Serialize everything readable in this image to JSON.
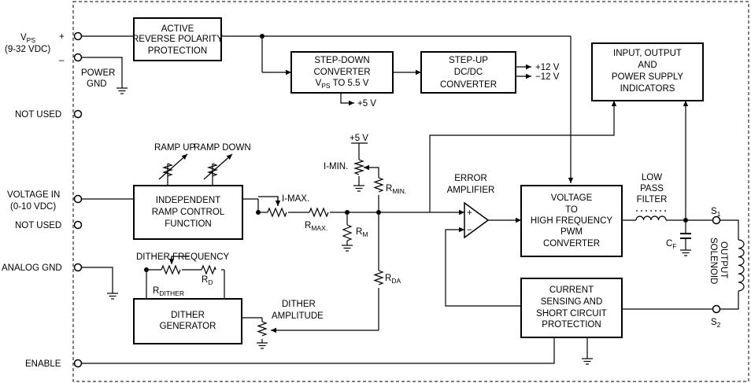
{
  "terminals": {
    "vps_main": "V",
    "vps_sub": "PS",
    "vps_range": "(9-32 VDC)",
    "plus": "+",
    "minus": "_",
    "power_gnd_1": "POWER",
    "power_gnd_2": "GND",
    "not_used_1": "NOT USED",
    "voltage_in_1": "VOLTAGE IN",
    "voltage_in_2": "(0-10 VDC)",
    "not_used_2": "NOT USED",
    "analog_gnd": "ANALOG GND",
    "enable": "ENABLE",
    "s1_main": "S",
    "s1_sub": "1",
    "s2_main": "S",
    "s2_sub": "2",
    "solenoid_1": "SOLENOID",
    "solenoid_2": "OUTPUT"
  },
  "blocks": {
    "reverse_polarity": [
      "ACTIVE",
      "REVERSE POLARITY",
      "PROTECTION"
    ],
    "step_down": {
      "line1": "STEP-DOWN",
      "line2": "CONVERTER",
      "line3_main": "V",
      "line3_sub": "PS",
      "line3_rest": " TO 5.5 V",
      "out": "+5 V"
    },
    "step_up": {
      "lines": [
        "STEP-UP",
        "DC/DC",
        "CONVERTER"
      ],
      "out1": "+12 V",
      "out2": "−12 V"
    },
    "indicators": [
      "INPUT, OUTPUT",
      "AND",
      "POWER SUPPLY",
      "INDICATORS"
    ],
    "ramp_control": [
      "INDEPENDENT",
      "RAMP CONTROL",
      "FUNCTION"
    ],
    "dither_gen": [
      "DITHER",
      "GENERATOR"
    ],
    "pwm": [
      "VOLTAGE",
      "TO",
      "HIGH FREQUENCY",
      "PWM",
      "CONVERTER"
    ],
    "current_sense": [
      "CURRENT",
      "SENSING AND",
      "SHORT CIRCUIT",
      "PROTECTION"
    ]
  },
  "labels": {
    "ramp_up": "RAMP UP",
    "ramp_down": "RAMP DOWN",
    "plus5v": "+5 V",
    "i_min": "I-MIN.",
    "i_max": "I-MAX.",
    "r_min_main": "R",
    "r_min_sub": "MIN.",
    "r_max_main": "R",
    "r_max_sub": "MAX.",
    "r_m_main": "R",
    "r_m_sub": "M",
    "r_da_main": "R",
    "r_da_sub": "DA",
    "error_amp_1": "ERROR",
    "error_amp_2": "AMPLIFIER",
    "amp_plus": "+",
    "amp_minus": "−",
    "dither_freq": "DITHER FREQUENCY",
    "r_dither_main": "R",
    "r_dither_sub": "DITHER",
    "r_d_main": "R",
    "r_d_sub": "D",
    "dither_amp_1": "DITHER",
    "dither_amp_2": "AMPLITUDE",
    "lpf_1": "LOW",
    "lpf_2": "PASS",
    "lpf_3": "FILTER",
    "cf_main": "C",
    "cf_sub": "F"
  }
}
